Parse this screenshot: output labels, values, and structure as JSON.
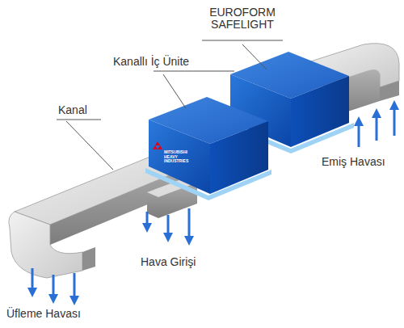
{
  "diagram": {
    "labels": [
      "EUROFORM SAFELIGHT",
      "Kanallı İç Ünite",
      "Kanal",
      "Emiş Havası",
      "Hava Girişi",
      "Üfleme Havası",
      "MITSUBISHI HEAVY INDUSTRIES"
    ]
  }
}
